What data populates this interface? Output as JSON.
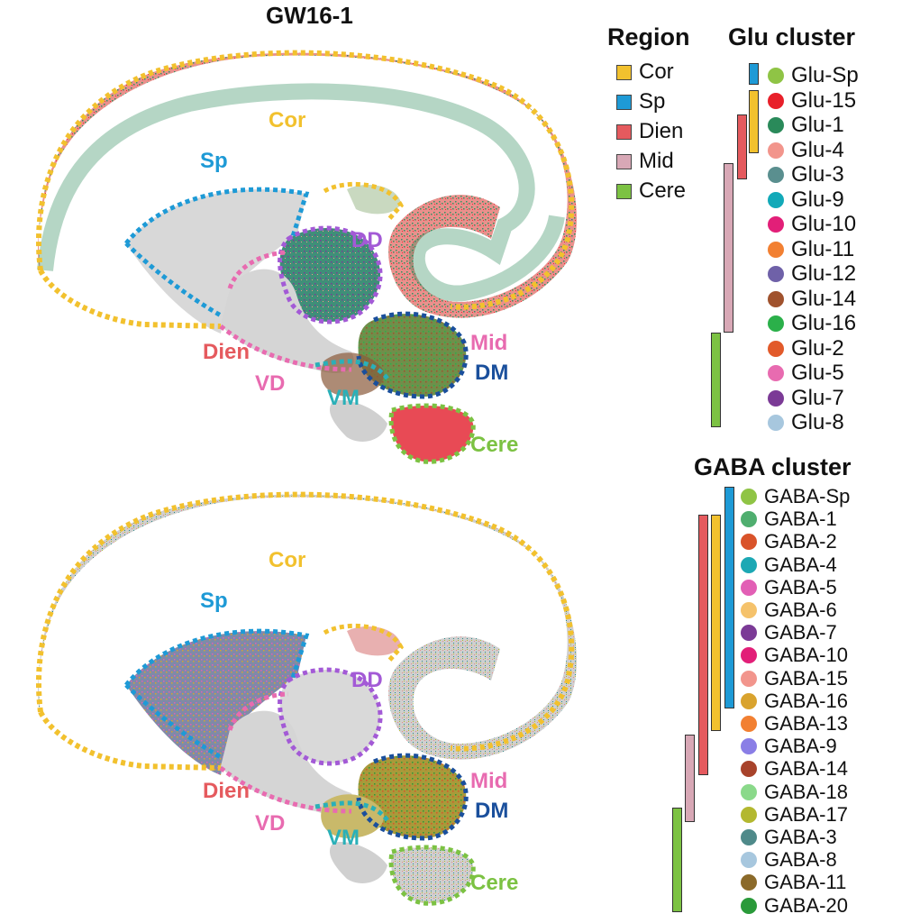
{
  "title": "GW16-1",
  "region_labels": {
    "cor": "Cor",
    "sp": "Sp",
    "dd": "DD",
    "dien": "Dien",
    "vd": "VD",
    "vm": "VM",
    "mid": "Mid",
    "dm": "DM",
    "cere": "Cere"
  },
  "region_legend": {
    "header": "Region",
    "items": [
      {
        "label": "Cor",
        "color": "#f2c12e"
      },
      {
        "label": "Sp",
        "color": "#1e9ad6"
      },
      {
        "label": "Dien",
        "color": "#e55a5e"
      },
      {
        "label": "Mid",
        "color": "#d8a8b6"
      },
      {
        "label": "Cere",
        "color": "#7cc243"
      }
    ]
  },
  "glu_legend": {
    "header": "Glu cluster",
    "items": [
      {
        "label": "Glu-Sp",
        "color": "#8fc445"
      },
      {
        "label": "Glu-15",
        "color": "#e8202a"
      },
      {
        "label": "Glu-1",
        "color": "#2a8a5a"
      },
      {
        "label": "Glu-4",
        "color": "#f2958c"
      },
      {
        "label": "Glu-3",
        "color": "#5a8f8f"
      },
      {
        "label": "Glu-9",
        "color": "#12a9b8"
      },
      {
        "label": "Glu-10",
        "color": "#e21f78"
      },
      {
        "label": "Glu-11",
        "color": "#f28032"
      },
      {
        "label": "Glu-12",
        "color": "#6f61a8"
      },
      {
        "label": "Glu-14",
        "color": "#a0522d"
      },
      {
        "label": "Glu-16",
        "color": "#2bb04a"
      },
      {
        "label": "Glu-2",
        "color": "#e25a2a"
      },
      {
        "label": "Glu-5",
        "color": "#e86bb0"
      },
      {
        "label": "Glu-7",
        "color": "#7b3a96"
      },
      {
        "label": "Glu-8",
        "color": "#a7c7de"
      }
    ]
  },
  "gaba_legend": {
    "header": "GABA cluster",
    "items": [
      {
        "label": "GABA-Sp",
        "color": "#8fc445"
      },
      {
        "label": "GABA-1",
        "color": "#4fae6f"
      },
      {
        "label": "GABA-2",
        "color": "#d9532a"
      },
      {
        "label": "GABA-4",
        "color": "#1ca8b4"
      },
      {
        "label": "GABA-5",
        "color": "#e25fb5"
      },
      {
        "label": "GABA-6",
        "color": "#f5c26b"
      },
      {
        "label": "GABA-7",
        "color": "#7b3a96"
      },
      {
        "label": "GABA-10",
        "color": "#e21f78"
      },
      {
        "label": "GABA-15",
        "color": "#f2958c"
      },
      {
        "label": "GABA-16",
        "color": "#d9a32e"
      },
      {
        "label": "GABA-13",
        "color": "#f28032"
      },
      {
        "label": "GABA-9",
        "color": "#8a7ee6"
      },
      {
        "label": "GABA-14",
        "color": "#a8432b"
      },
      {
        "label": "GABA-18",
        "color": "#8ad98a"
      },
      {
        "label": "GABA-17",
        "color": "#b3b830"
      },
      {
        "label": "GABA-3",
        "color": "#4f8a8a"
      },
      {
        "label": "GABA-8",
        "color": "#a7c7de"
      },
      {
        "label": "GABA-11",
        "color": "#8b6a2a"
      },
      {
        "label": "GABA-20",
        "color": "#2a9a3a"
      }
    ]
  }
}
